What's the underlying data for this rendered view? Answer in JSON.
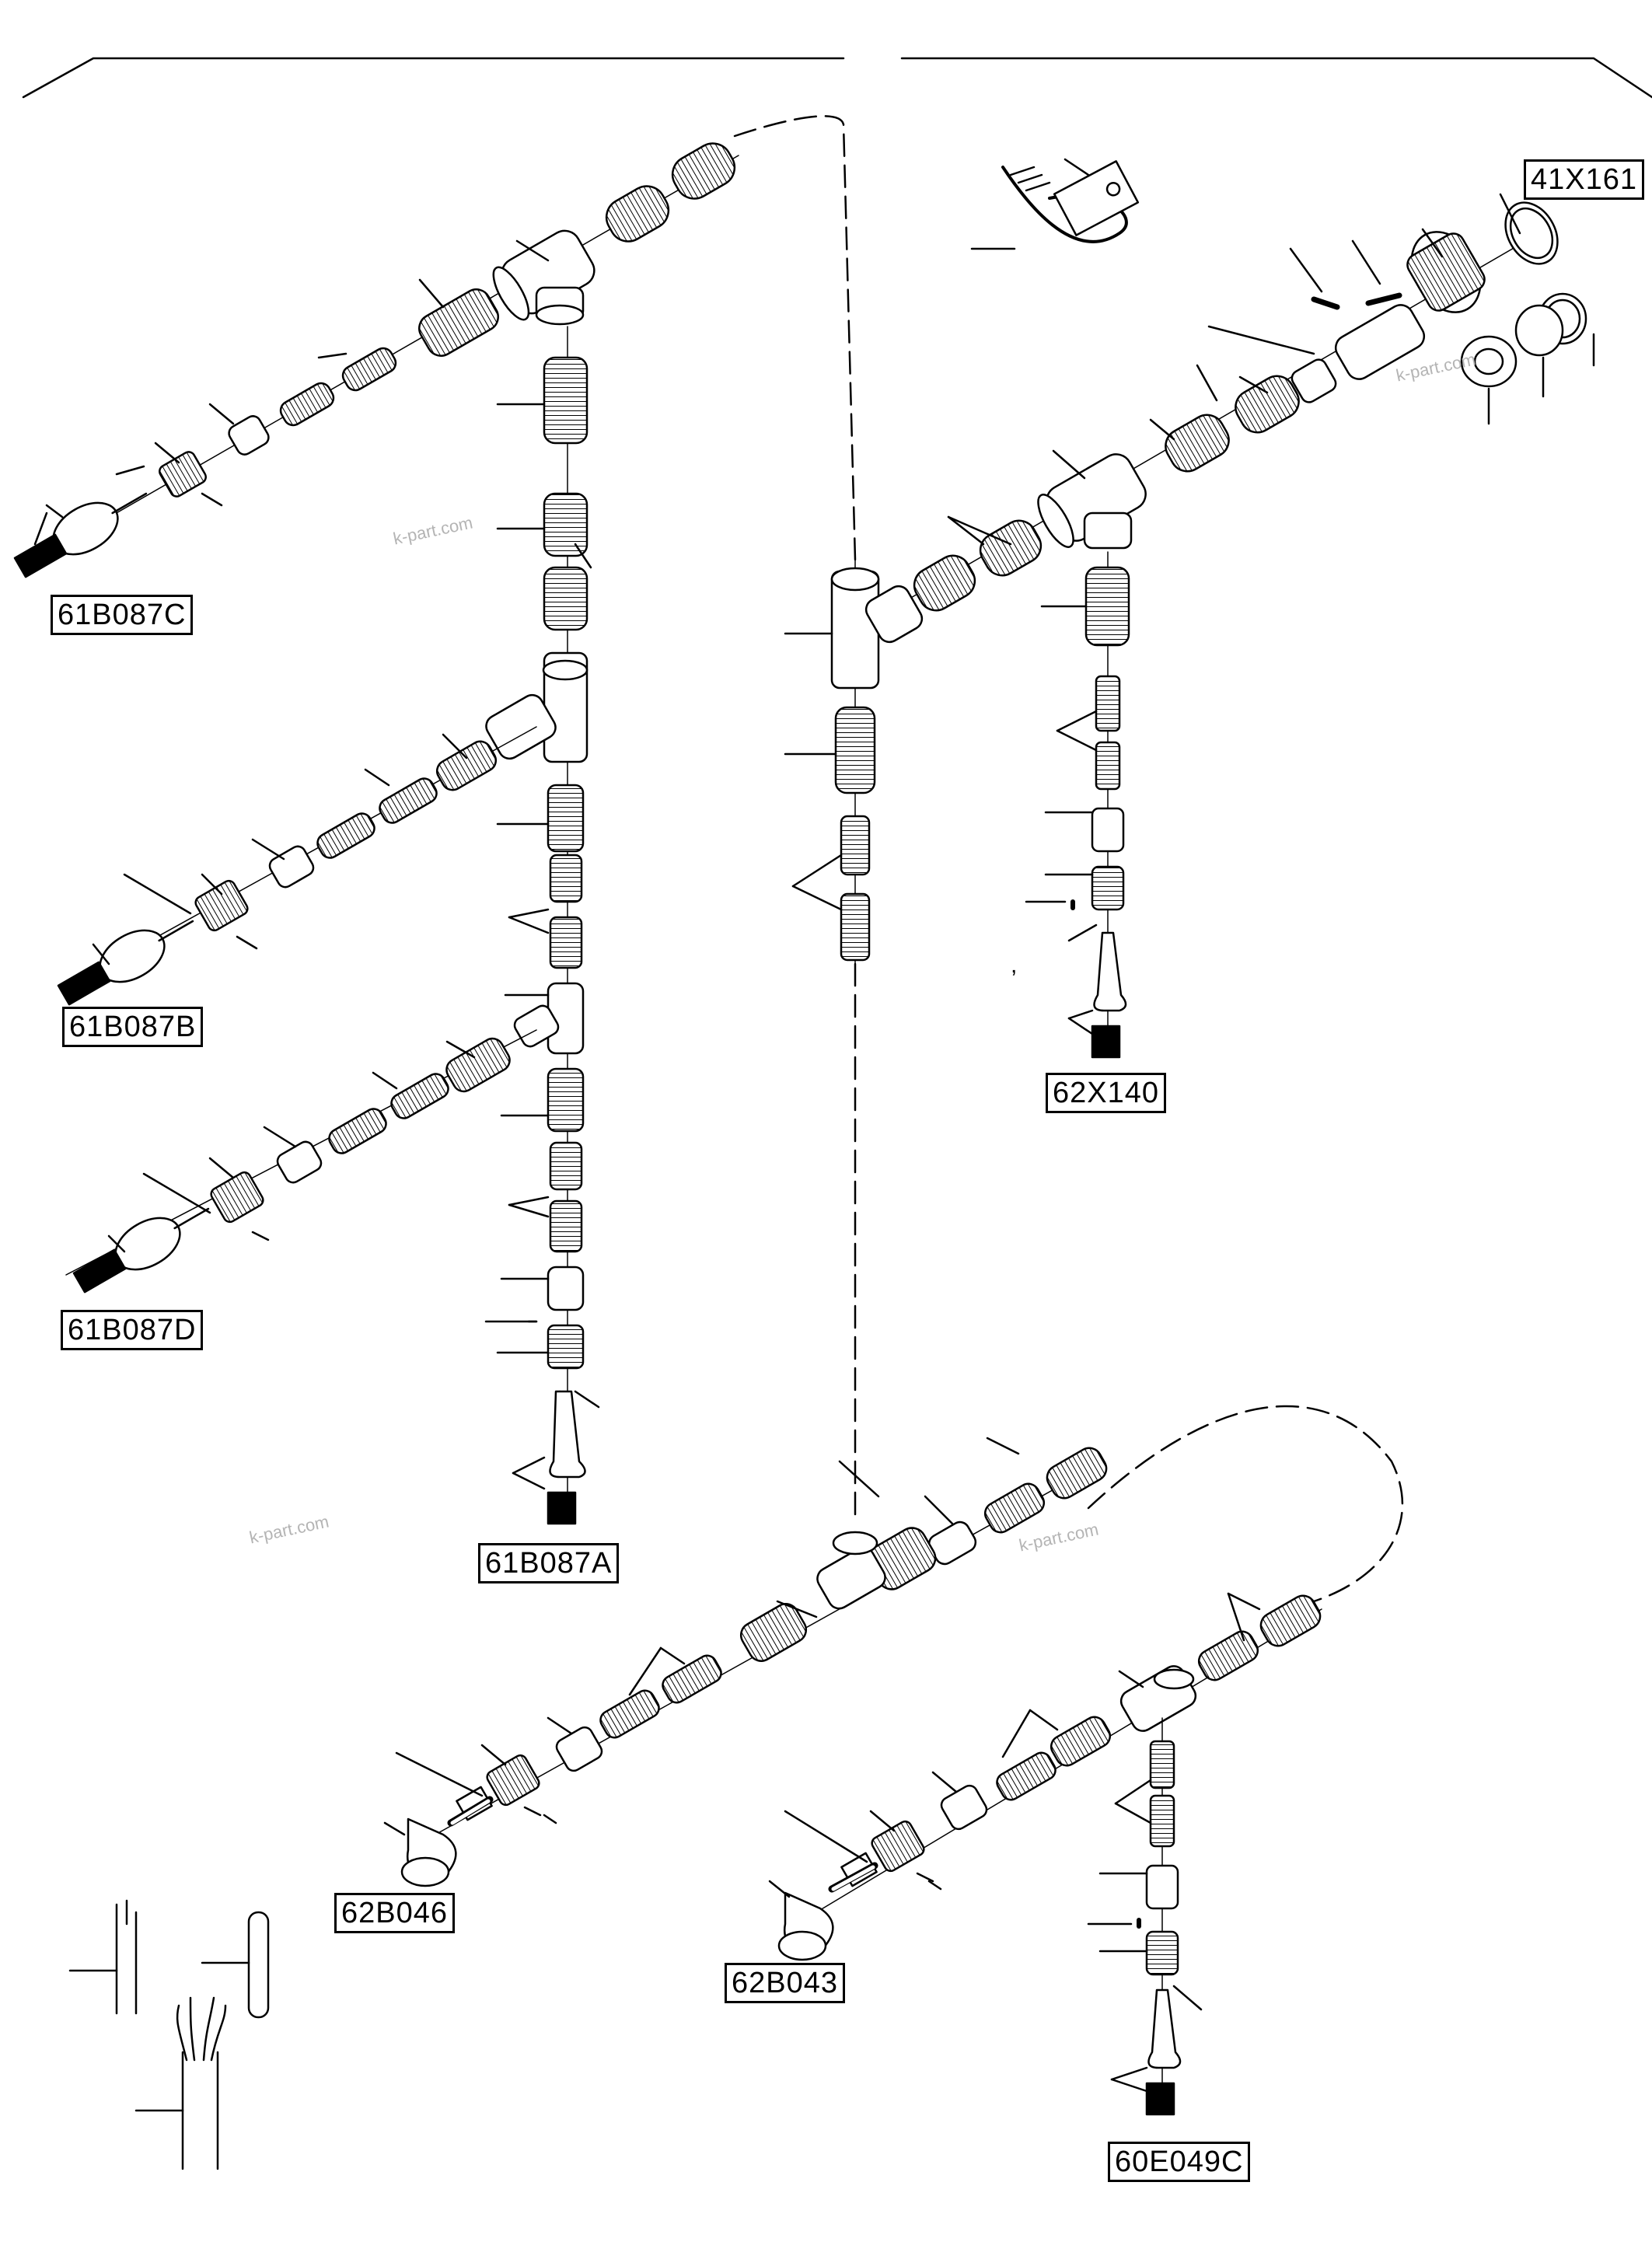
{
  "labels": {
    "l_41x161": "41X161",
    "l_61b087c": "61B087C",
    "l_61b087b": "61B087B",
    "l_61b087d": "61B087D",
    "l_61b087a": "61B087A",
    "l_62x140": "62X140",
    "l_62b046": "62B046",
    "l_62b043": "62B043",
    "l_60e049c": "60E049C"
  },
  "watermarks": {
    "w1": "k-part.com",
    "w2": "k-part.com",
    "w3": "k-part.com",
    "w4": "k-part.com"
  },
  "mark": ","
}
